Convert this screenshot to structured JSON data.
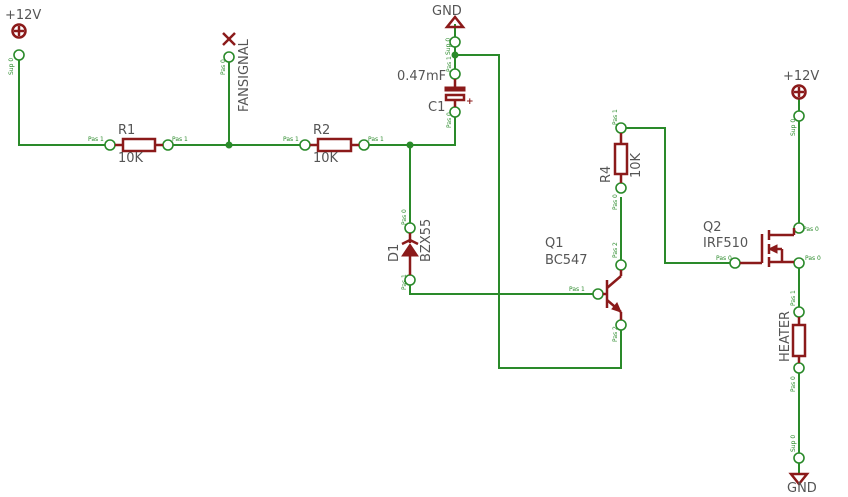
{
  "power": {
    "vcc_left": "+12V",
    "vcc_right": "+12V",
    "gnd_top": "GND",
    "gnd_bottom": "GND"
  },
  "components": {
    "r1": {
      "name": "R1",
      "value": "10K"
    },
    "r2": {
      "name": "R2",
      "value": "10K"
    },
    "r4": {
      "name": "R4",
      "value": "10K"
    },
    "c1": {
      "name": "C1",
      "value": "0.47mF"
    },
    "d1": {
      "name": "D1",
      "value": "BZX55"
    },
    "q1": {
      "name": "Q1",
      "value": "BC547"
    },
    "q2": {
      "name": "Q2",
      "value": "IRF510"
    },
    "heater": {
      "name": "HEATER"
    },
    "fansignal": {
      "name": "FANSIGNAL"
    }
  },
  "pins": {
    "sup_0": "Sup 0",
    "pas_0": "Pas 0",
    "pas_1": "Pas 1",
    "pas_2": "Pas 2"
  },
  "colors": {
    "wire": "#2a8a2a",
    "symbol": "#8b1a1a",
    "label": "#555555"
  }
}
